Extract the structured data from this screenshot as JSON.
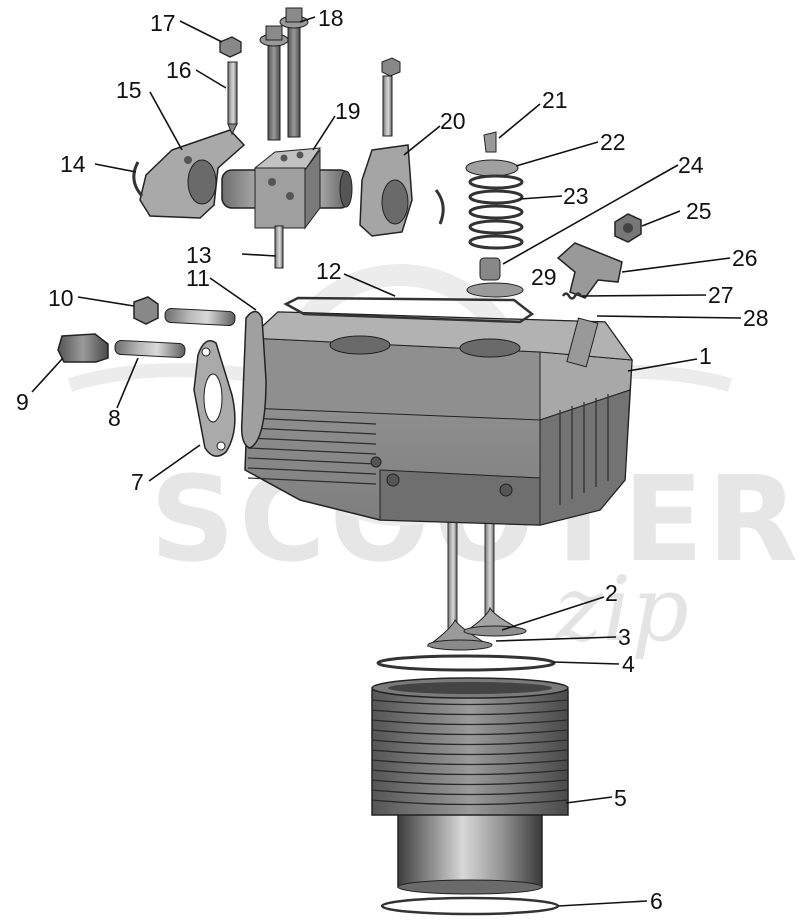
{
  "watermark": {
    "brand": "SCOOTER",
    "script": "zip"
  },
  "callouts": [
    {
      "id": "1",
      "label": "1"
    },
    {
      "id": "2",
      "label": "2"
    },
    {
      "id": "3",
      "label": "3"
    },
    {
      "id": "4",
      "label": "4"
    },
    {
      "id": "5",
      "label": "5"
    },
    {
      "id": "6",
      "label": "6"
    },
    {
      "id": "7",
      "label": "7"
    },
    {
      "id": "8",
      "label": "8"
    },
    {
      "id": "9",
      "label": "9"
    },
    {
      "id": "10",
      "label": "10"
    },
    {
      "id": "11",
      "label": "11"
    },
    {
      "id": "12",
      "label": "12"
    },
    {
      "id": "13",
      "label": "13"
    },
    {
      "id": "14",
      "label": "14"
    },
    {
      "id": "15",
      "label": "15"
    },
    {
      "id": "16",
      "label": "16"
    },
    {
      "id": "17",
      "label": "17"
    },
    {
      "id": "18",
      "label": "18"
    },
    {
      "id": "19",
      "label": "19"
    },
    {
      "id": "20",
      "label": "20"
    },
    {
      "id": "21",
      "label": "21"
    },
    {
      "id": "22",
      "label": "22"
    },
    {
      "id": "23",
      "label": "23"
    },
    {
      "id": "24",
      "label": "24"
    },
    {
      "id": "25",
      "label": "25"
    },
    {
      "id": "26",
      "label": "26"
    },
    {
      "id": "27",
      "label": "27"
    },
    {
      "id": "28",
      "label": "28"
    },
    {
      "id": "29",
      "label": "29"
    }
  ]
}
